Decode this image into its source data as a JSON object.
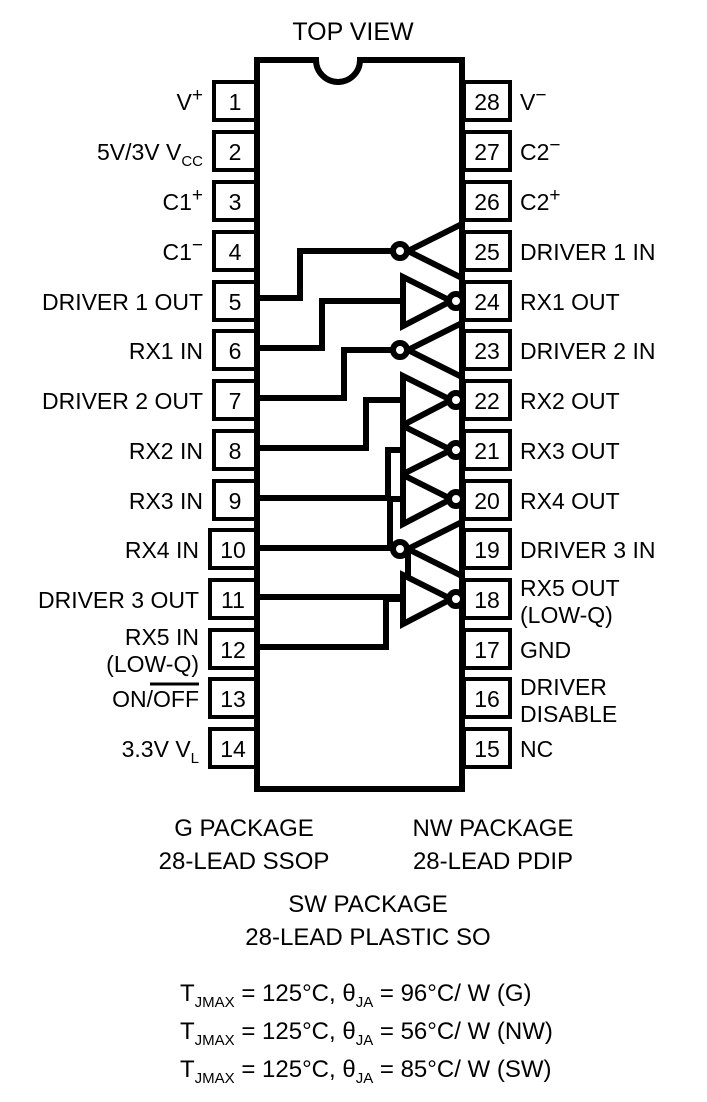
{
  "title": "TOP VIEW",
  "colors": {
    "ink": "#000000",
    "background": "#ffffff"
  },
  "package_body": {
    "notch": "semicircle-notch"
  },
  "pins_left": [
    {
      "number": "1",
      "label": "V+",
      "label_plain": "V+"
    },
    {
      "number": "2",
      "label": "5V/3V VCC",
      "label_plain": "5V/3V VCC"
    },
    {
      "number": "3",
      "label": "C1+",
      "label_plain": "C1+"
    },
    {
      "number": "4",
      "label": "C1-",
      "label_plain": "C1-"
    },
    {
      "number": "5",
      "label": "DRIVER 1 OUT",
      "label_plain": "DRIVER 1 OUT"
    },
    {
      "number": "6",
      "label": "RX1 IN",
      "label_plain": "RX1 IN"
    },
    {
      "number": "7",
      "label": "DRIVER 2 OUT",
      "label_plain": "DRIVER 2 OUT"
    },
    {
      "number": "8",
      "label": "RX2 IN",
      "label_plain": "RX2 IN"
    },
    {
      "number": "9",
      "label": "RX3 IN",
      "label_plain": "RX3 IN"
    },
    {
      "number": "10",
      "label": "RX4 IN",
      "label_plain": "RX4 IN"
    },
    {
      "number": "11",
      "label": "DRIVER 3 OUT",
      "label_plain": "DRIVER 3 OUT"
    },
    {
      "number": "12",
      "label": "RX5 IN (LOW-Q)",
      "line1": "RX5 IN",
      "line2": "(LOW-Q)"
    },
    {
      "number": "13",
      "label": "ON/OFF",
      "label_plain": "ON/OFF"
    },
    {
      "number": "14",
      "label": "3.3V VL",
      "label_plain": "3.3V VL"
    }
  ],
  "pins_right": [
    {
      "number": "28",
      "label": "V-",
      "label_plain": "V-"
    },
    {
      "number": "27",
      "label": "C2-",
      "label_plain": "C2-"
    },
    {
      "number": "26",
      "label": "C2+",
      "label_plain": "C2+"
    },
    {
      "number": "25",
      "label": "DRIVER 1 IN",
      "label_plain": "DRIVER 1 IN"
    },
    {
      "number": "24",
      "label": "RX1 OUT",
      "label_plain": "RX1 OUT"
    },
    {
      "number": "23",
      "label": "DRIVER 2 IN",
      "label_plain": "DRIVER 2 IN"
    },
    {
      "number": "22",
      "label": "RX2 OUT",
      "label_plain": "RX2 OUT"
    },
    {
      "number": "21",
      "label": "RX3 OUT",
      "label_plain": "RX3 OUT"
    },
    {
      "number": "20",
      "label": "RX4 OUT",
      "label_plain": "RX4 OUT"
    },
    {
      "number": "19",
      "label": "DRIVER 3 IN",
      "label_plain": "DRIVER 3 IN"
    },
    {
      "number": "18",
      "label": "RX5 OUT (LOW-Q)",
      "line1": "RX5 OUT",
      "line2": "(LOW-Q)"
    },
    {
      "number": "17",
      "label": "GND",
      "label_plain": "GND"
    },
    {
      "number": "16",
      "label": "DRIVER DISABLE",
      "line1": "DRIVER",
      "line2": "DISABLE"
    },
    {
      "number": "15",
      "label": "NC",
      "label_plain": "NC"
    }
  ],
  "gates": [
    {
      "id": "driver1",
      "direction": "left",
      "bubble": "output",
      "from_pin": "25",
      "to_pin": "4"
    },
    {
      "id": "receiver1",
      "direction": "right",
      "bubble": "output",
      "from_pin": "5",
      "to_pin": "24"
    },
    {
      "id": "driver2",
      "direction": "left",
      "bubble": "output",
      "from_pin": "23",
      "to_pin": "6"
    },
    {
      "id": "receiver2",
      "direction": "right",
      "bubble": "output",
      "from_pin": "7",
      "to_pin": "22"
    },
    {
      "id": "receiver3",
      "direction": "right",
      "bubble": "output",
      "from_pin": "8",
      "to_pin": "21"
    },
    {
      "id": "receiver4",
      "direction": "right",
      "bubble": "output",
      "from_pin": "9",
      "to_pin": "20"
    },
    {
      "id": "driver3",
      "direction": "left",
      "bubble": "output",
      "from_pin": "19",
      "to_pin": "10"
    },
    {
      "id": "receiver5",
      "direction": "right",
      "bubble": "output",
      "from_pin": "11",
      "to_pin": "18"
    }
  ],
  "packages": {
    "left": {
      "line1": "G PACKAGE",
      "line2": "28-LEAD SSOP"
    },
    "right": {
      "line1": "NW PACKAGE",
      "line2": "28-LEAD PDIP"
    },
    "center": {
      "line1": "SW PACKAGE",
      "line2": "28-LEAD PLASTIC SO"
    }
  },
  "thermal": [
    {
      "tjmax_label": "T",
      "tjmax_sub": "JMAX",
      "tjmax_eq": " = 125°C, ",
      "theta": "θ",
      "theta_sub": "JA",
      "theta_eq": " = 96°C/ W (G)",
      "full": "TJMAX = 125°C, θJA = 96°C/ W (G)"
    },
    {
      "tjmax_label": "T",
      "tjmax_sub": "JMAX",
      "tjmax_eq": " = 125°C, ",
      "theta": "θ",
      "theta_sub": "JA",
      "theta_eq": " = 56°C/ W (NW)",
      "full": "TJMAX = 125°C, θJA = 56°C/ W (NW)"
    },
    {
      "tjmax_label": "T",
      "tjmax_sub": "JMAX",
      "tjmax_eq": " = 125°C, ",
      "theta": "θ",
      "theta_sub": "JA",
      "theta_eq": " = 85°C/ W (SW)",
      "full": "TJMAX = 125°C, θJA = 85°C/ W (SW)"
    }
  ]
}
